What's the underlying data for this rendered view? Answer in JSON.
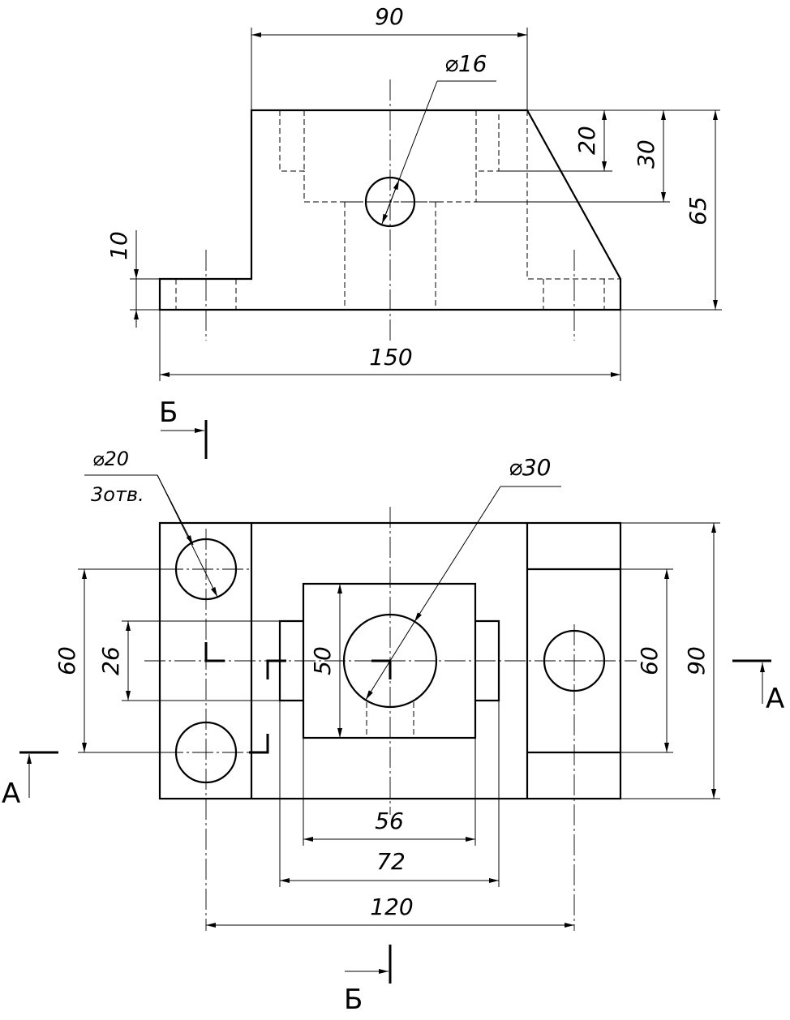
{
  "front_view": {
    "dims": {
      "width_top": "90",
      "hole_diameter": "⌀16",
      "depth_20": "20",
      "depth_30": "30",
      "height_65": "65",
      "base_10": "10",
      "length_150": "150"
    }
  },
  "section_marks": {
    "b_top": "Б",
    "b_bottom": "Б",
    "a_left": "А",
    "a_right": "А"
  },
  "top_view": {
    "dims": {
      "hole_diameter_20": "⌀20",
      "hole_count": "3отв.",
      "bore_diameter_30": "⌀30",
      "spacing_60_left": "60",
      "slot_26": "26",
      "boss_50": "50",
      "spacing_60_right": "60",
      "width_90": "90",
      "boss_56": "56",
      "slot_72": "72",
      "holes_120": "120"
    }
  }
}
